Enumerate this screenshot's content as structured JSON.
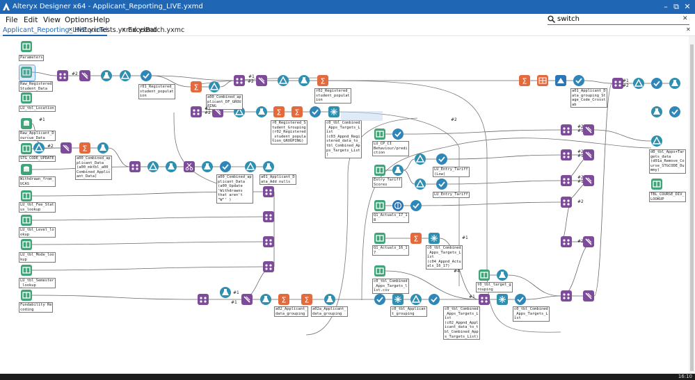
{
  "window": {
    "title": "Alteryx Designer x64 - Applicant_Reporting_LIVE.yxmd",
    "minimize": "–",
    "maximize": "⧉",
    "close": "✕"
  },
  "menu": {
    "items": [
      "File",
      "Edit",
      "View",
      "Options",
      "Help"
    ],
    "search_value": "switch",
    "search_clear": "✕"
  },
  "tabs": [
    {
      "label": "Applicant_Reporting_LIVE.yxmd",
      "active": true
    },
    {
      "label": "HistoricTests.yxmd.yxmd",
      "active": false
    },
    {
      "label": "ExcelBatch.yxmc",
      "active": false
    }
  ],
  "status": {
    "clock": "16:10"
  },
  "canvas": {
    "labels": [
      "Parameters",
      "Raw_Registered\nStudent_Data",
      "LU_tbl_Location",
      "Raw_Applicant_D\nourcue_Data",
      "STG_CODE_UPDATE",
      "Withdrawn_from_\nUCAS",
      "LU_tbl_Fee_Stat\nus_lookup",
      "LU_tbl_Level_lo\nokup",
      "LU_tbl_Mode_loo\nkup",
      "LU_tbl_Semester\n_lookup",
      "Fundability Re\ncoding",
      "a00_Combined_ap\nplicant_Data\n(a00_mktbl_a00_\nCombined_Applic\nant_Data)",
      "r01_Registered_\nstudent_populat\nion",
      "a00_Combined_ap\nplicant_DF_GROU\nPING",
      "a00_Combined_ap\nplicant_Data\n(a00_Update\n'Withdrawns\nthat aren't\n\"W\"' )",
      "a01_Applicant_D\nata_Add nulls",
      "r02_Registered_\nstudent_populat\nion",
      "r0_Registered_S\ntudent_Grouping\n(r02_Registered\n_student_popula\ntion_GROUPING)",
      "c0_tbl_Combined\n_Apps_Targets_L\nist\n(c03_Appnd_Regi\nstered_data_to_\ntbl_Combined_Ap\nps_Targets_List\n)",
      "LU_CP_CI\nBehaviour/predi\nction",
      "LU_Entry_Tariff\n(Low)",
      "Entry Tariff\nScores",
      "LU_Entry_Tariff",
      "Q1_Actuals_17_1\n8",
      "Q1_Actuals_16_1\n7",
      "c0_tbl_Combined\n_Apps_Targets_L\nist\n(c04_Appnd_Actu\nals_16_17)",
      "c0_tbl_Combined\n_Apps_Targets_l\nist.csv",
      "a01_Applicant_D\nata_grouping_St\nage_Code_Crosst\nab",
      "d0_tbl_Apps+Tar\ngets_data\n(d01a_Remove_Co\nurse_STGCODE_Du\nmmy)",
      "TBL_COURSE_DIV_\nLOOKUP",
      "a02_Applicant_\ndata_grouping",
      "a02a_Applicant_\ndata_grouping",
      "c0_tbl_Applican\nt_grouping",
      "c0_tbl_Combined\n_Apps_Targets_L\nist\n(c02_Appnd_Appl\nicant_data_to_t\nbl_Combined_App\ns_Targets_List)",
      "t0_tbl_target_g\nrouping",
      "c0_tbl_Combined\n_Apps_Targets_L\nist"
    ],
    "connection_labels": [
      "#2",
      "#1",
      "#2",
      "#1",
      "#2",
      "#1",
      "#2",
      "#2",
      "#1",
      "#2",
      "#1",
      "#2",
      "#1",
      "#2",
      "#1",
      "#2",
      "#2",
      "#1",
      "#1",
      "#4",
      "#2",
      "#1",
      "#1"
    ]
  }
}
